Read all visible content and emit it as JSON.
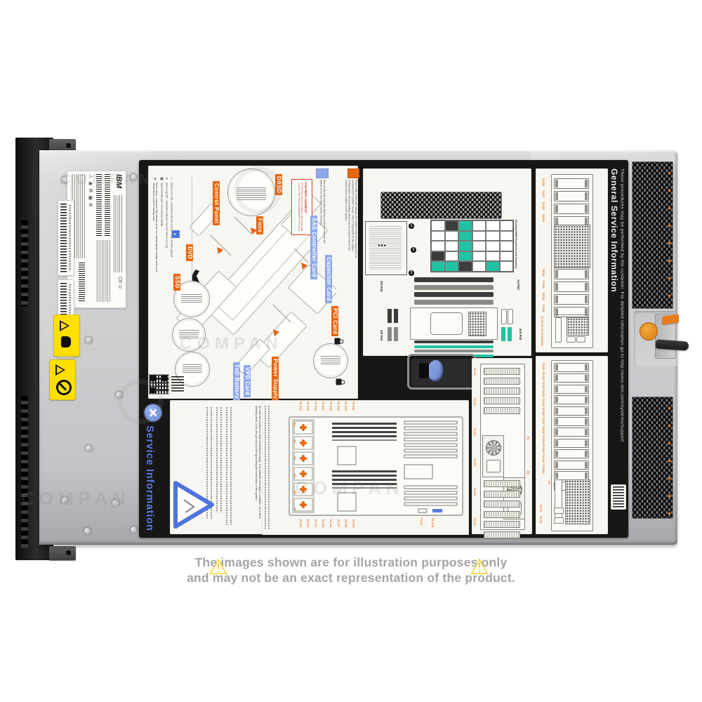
{
  "watermark": {
    "text": "COMPAN"
  },
  "disclaimer": {
    "line1": "The images shown are for illustration purposes only",
    "line2": "and may not be an exact representation of the product."
  },
  "brand": {
    "name": "IBM"
  },
  "strips": {
    "left_title": "Service Information",
    "right_title": "General Service Information",
    "right_subtitle": "These procedures may be performed by the customer. For detailed information go to http://www.ibm.com/systems/support"
  },
  "exploded": {
    "labels_orange": [
      "DASD",
      "Control Panel",
      "Fans",
      "DVD",
      "SSD",
      "PCI Card",
      "Power Supply"
    ],
    "labels_blue": [
      "SAS Controller Card",
      "Capacitor Card",
      "ToD Battery",
      "VPD Card"
    ],
    "fan_warning_title": "FAN REPLACEMENT",
    "fan_warning_body": "ATTENTION: Failure to replace a fan in less than 1 minute may result in Expanded Error Recovery",
    "legend_blue_text": "Blue on the part indicates that the procedure requires the system to be shut down before servicing.",
    "legend_orange_text": "Terra Cotta on the part indicates the system may not be required to be powered off to perform service. This is dependent on the system configuration and preparatory steps may be required before the service action is taken on the system.",
    "panel_legend": [
      {
        "icon": "◎",
        "text": "Power button - solid green LED indicates power on, blinking indicates standby mode; push off and hold for power in standby mode"
      },
      {
        "icon": "▣",
        "text": "System identify LED - blue indicates identify"
      },
      {
        "icon": "≡",
        "text": "Check Log LED - solid amber indicates check for entry in error log"
      },
      {
        "icon": "!",
        "text": "System error LED - solid amber indicates enclosure fault, attention required"
      }
    ]
  },
  "memory": {
    "table_title": "Working DIMM Plug Rules and Sequence",
    "pairs": [
      "1st Pair",
      "2nd Pair",
      "3rd Pair",
      "4th Pair"
    ],
    "steps": [
      "1",
      "2",
      "3"
    ]
  },
  "board": {
    "slot_labels_top": [
      "P1-C14",
      "P1-C15",
      "P1-C16",
      "P1-C17",
      "P1-C18",
      "P1-C19",
      "P1-C20",
      "P1-C21"
    ],
    "slot_labels_bottom": [
      "P1-C2",
      "P1-C3",
      "P1-C4",
      "P1-C5",
      "P1-C6",
      "P1-C7",
      "P1-C8",
      "P1-C9"
    ],
    "fan_labels": [
      "A1",
      "A2",
      "A3",
      "A4",
      "A5",
      "A6"
    ],
    "corner_labels": [
      "P1-E1",
      "P1-C13"
    ]
  },
  "rear_io": {
    "left_labels": [
      "P1-C1",
      "P1-C2",
      "P1-C3",
      "P1-C4",
      "P1-C5",
      "P1-C6"
    ],
    "right_labels": [
      "E1",
      "E2"
    ]
  },
  "front_view": {
    "bays_top": [
      "P2-D8",
      "P2-D7",
      "P2-D6",
      "P2-D5"
    ],
    "bays_bottom": [
      "P2-D4",
      "P2-D3",
      "P2-D2",
      "P2-D1"
    ],
    "panel_labels": [
      "D1",
      "P1-T1",
      "P1-T2",
      "P2-D12"
    ]
  },
  "rear_view": {
    "bays": [
      "P2-D1",
      "P2-D2",
      "P2-D3",
      "P2-D4",
      "P2-D5",
      "P2-D6",
      "P2-D7",
      "P2-D8",
      "P2-D9",
      "P2-D10",
      "P2-D11",
      "P2-D12"
    ],
    "ports": [
      "P1-T5",
      "P1-T6"
    ],
    "bar_label": "D1"
  },
  "esd": {
    "en": "All cards are sensitive to static electricity discharge. If an antistatic wrist strap is available, use it while handling cards. If not, find ground yourself by touching the metal frame of the system."
  }
}
